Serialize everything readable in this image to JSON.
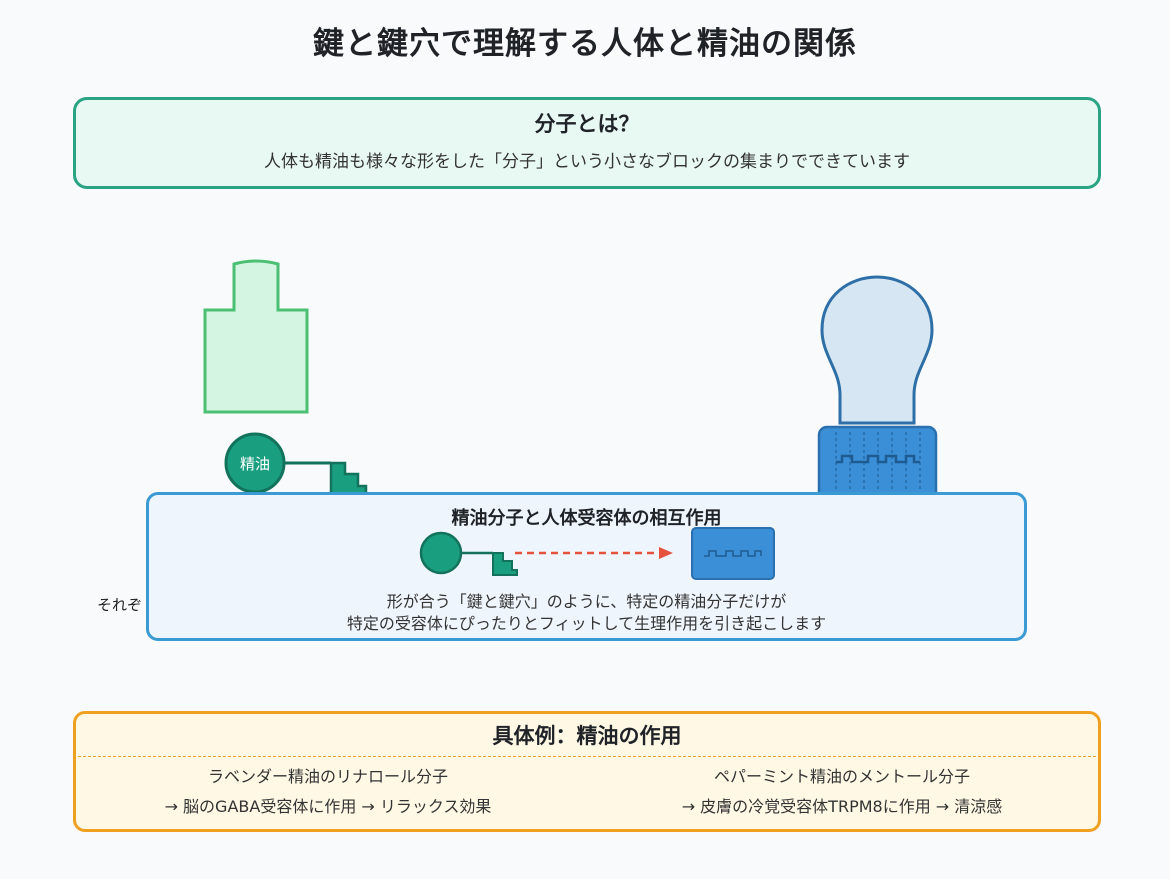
{
  "title": "鍵と鍵穴で理解する人体と精油の関係",
  "molecule_box": {
    "heading": "分子とは？",
    "text": "人体も精油も様々な形をした「分子」という小さなブロックの集まりでできています"
  },
  "diagram": {
    "oil_label": "精油",
    "side_text": "それぞ"
  },
  "interaction_box": {
    "heading": "精油分子と人体受容体の相互作用",
    "line1": "形が合う「鍵と鍵穴」のように、特定の精油分子だけが",
    "line2": "特定の受容体にぴったりとフィットして生理作用を引き起こします"
  },
  "example_box": {
    "heading": "具体例：精油の作用",
    "examples": [
      {
        "name": "ラベンダー精油のリナロール分子",
        "effect": "→ 脳のGABA受容体に作用 → リラックス効果"
      },
      {
        "name": "ペパーミント精油のメントール分子",
        "effect": "→ 皮膚の冷覚受容体TRPM8に作用 → 清涼感"
      }
    ]
  },
  "colors": {
    "teal": "#1a9e80",
    "green_light": "#d4f5e2",
    "green_stroke": "#4cc072",
    "blue": "#3a8fd6",
    "blue_head": "#d7e6f3",
    "red_arrow": "#e5533d",
    "orange": "#f0a020"
  }
}
